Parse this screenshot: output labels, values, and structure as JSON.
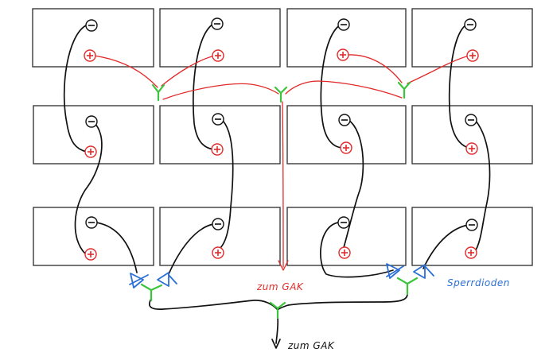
{
  "terminals": {
    "negative": "−",
    "positive": "+"
  },
  "labels": {
    "red_output": "zum GAK",
    "diodes": "Sperrdioden",
    "black_output": "zum GAK"
  },
  "colors": {
    "negative_wire": "#111111",
    "positive_wire": "#e32a2a",
    "connector": "#3cc53c",
    "diode": "#2a6fd6"
  }
}
